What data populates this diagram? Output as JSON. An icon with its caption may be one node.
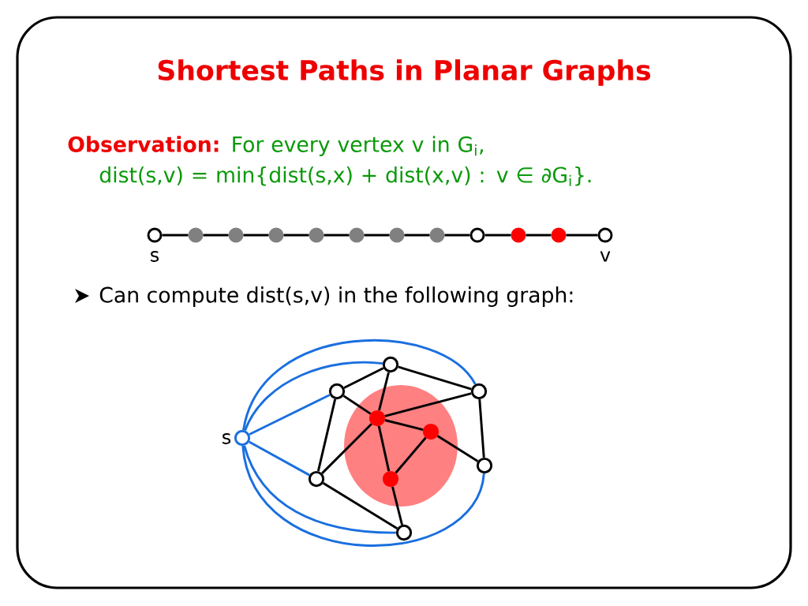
{
  "diagram": {
    "title": "Shortest Paths in Planar Graphs",
    "nodes": [
      {
        "text": [],
        "shape": "circle",
        "beside": [
          "s"
        ]
      },
      {
        "text": [],
        "shape": "circle"
      },
      {
        "text": [],
        "shape": "circle"
      },
      {
        "text": [],
        "shape": "circle"
      },
      {
        "text": [],
        "shape": "circle"
      },
      {
        "text": [],
        "shape": "circle"
      },
      {
        "text": [],
        "shape": "circle"
      },
      {
        "text": [],
        "shape": "circle"
      },
      {
        "text": [],
        "shape": "circle"
      },
      {
        "text": [],
        "shape": "circle"
      },
      {
        "text": [],
        "shape": "circle"
      },
      {
        "text": [],
        "shape": "circle",
        "beside": [
          "v"
        ]
      },
      {
        "text": [],
        "shape": "circle",
        "beside": [
          "s"
        ]
      },
      {
        "text": [],
        "shape": "circle"
      },
      {
        "text": [],
        "shape": "circle"
      },
      {
        "text": [],
        "shape": "circle"
      },
      {
        "text": [],
        "shape": "circle"
      },
      {
        "text": [],
        "shape": "circle"
      },
      {
        "text": [],
        "shape": "circle"
      },
      {
        "text": [],
        "shape": "circle"
      },
      {
        "text": [],
        "shape": "circle"
      },
      {
        "text": [],
        "shape": "circle"
      }
    ],
    "edges": [
      {
        "from": 0,
        "to": 1,
        "arrow": "none"
      },
      {
        "from": 1,
        "to": 2,
        "arrow": "none"
      },
      {
        "from": 2,
        "to": 3,
        "arrow": "none"
      },
      {
        "from": 3,
        "to": 4,
        "arrow": "none"
      },
      {
        "from": 4,
        "to": 5,
        "arrow": "none"
      },
      {
        "from": 5,
        "to": 6,
        "arrow": "none"
      },
      {
        "from": 6,
        "to": 7,
        "arrow": "none"
      },
      {
        "from": 7,
        "to": 8,
        "arrow": "none"
      },
      {
        "from": 8,
        "to": 9,
        "arrow": "none"
      },
      {
        "from": 9,
        "to": 10,
        "arrow": "none"
      },
      {
        "from": 10,
        "to": 11,
        "arrow": "none"
      },
      {
        "from": 13,
        "to": 14,
        "arrow": "none"
      },
      {
        "from": 13,
        "to": 15,
        "arrow": "none"
      },
      {
        "from": 13,
        "to": 16,
        "arrow": "none"
      },
      {
        "from": 14,
        "to": 16,
        "arrow": "none"
      },
      {
        "from": 14,
        "to": 19,
        "arrow": "none"
      },
      {
        "from": 16,
        "to": 15,
        "arrow": "none"
      },
      {
        "from": 16,
        "to": 17,
        "arrow": "none"
      },
      {
        "from": 16,
        "to": 19,
        "arrow": "none"
      },
      {
        "from": 16,
        "to": 20,
        "arrow": "none"
      },
      {
        "from": 17,
        "to": 20,
        "arrow": "none"
      },
      {
        "from": 17,
        "to": 18,
        "arrow": "none"
      },
      {
        "from": 15,
        "to": 18,
        "arrow": "none"
      },
      {
        "from": 19,
        "to": 21,
        "arrow": "none"
      },
      {
        "from": 20,
        "to": 21,
        "arrow": "none"
      },
      {
        "from": 12,
        "to": 13,
        "arrow": "none",
        "color": "#1a6fdf"
      },
      {
        "from": 12,
        "to": 14,
        "arrow": "none",
        "color": "#1a6fdf"
      },
      {
        "from": 12,
        "to": 19,
        "arrow": "none",
        "color": "#1a6fdf"
      },
      {
        "from": 12,
        "to": 21,
        "arrow": "none",
        "color": "#1a6fdf"
      },
      {
        "from": 12,
        "to": 15,
        "arrow": "none",
        "color": "#1a6fdf"
      },
      {
        "from": 12,
        "to": 18,
        "arrow": "none",
        "color": "#1a6fdf"
      }
    ],
    "labels": [
      "Observation:",
      "For every vertex v in G$_{i}$, dist(s,v) = min{dist(s,x) + dist(x,v) : v ∈ ∂G$_{i}$}.",
      "Can compute dist(s,v) in the following graph:"
    ]
  }
}
